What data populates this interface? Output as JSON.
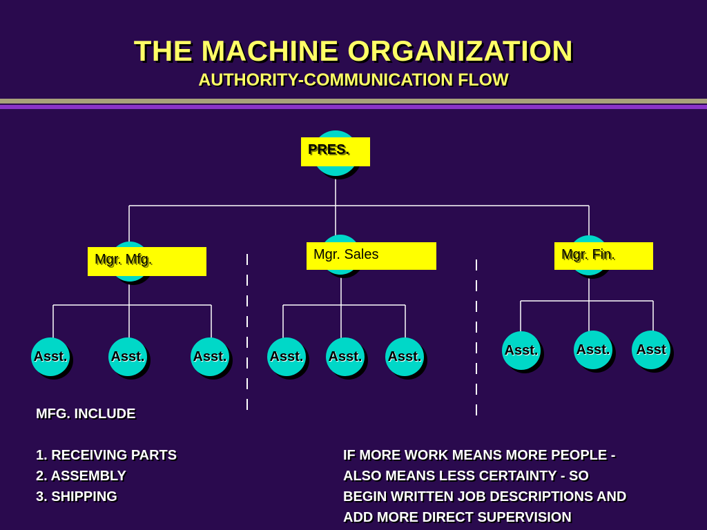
{
  "title": "THE MACHINE ORGANIZATION",
  "subtitle": "AUTHORITY-COMMUNICATION FLOW",
  "nodes": {
    "pres": "PRES.",
    "mgr_mfg": "Mgr. Mfg.",
    "mgr_sales": "Mgr. Sales",
    "mgr_fin": "Mgr. Fin."
  },
  "assistants": {
    "mfg": [
      "Asst.",
      "Asst.",
      "Asst."
    ],
    "sales": [
      "Asst.",
      "Asst.",
      "Asst."
    ],
    "fin": [
      "Asst.",
      "Asst.",
      "Asst"
    ]
  },
  "mfg_include": {
    "heading": "MFG. INCLUDE",
    "items": [
      "1. RECEIVING PARTS",
      "2. ASSEMBLY",
      "3. SHIPPING"
    ]
  },
  "note_lines": [
    "IF MORE WORK MEANS MORE PEOPLE -",
    "ALSO MEANS LESS CERTAINTY - SO",
    "BEGIN WRITTEN JOB DESCRIPTIONS AND",
    "ADD  MORE DIRECT SUPERVISION"
  ],
  "colors": {
    "background": "#2a0a4e",
    "title": "#ffff66",
    "box": "#ffff00",
    "circle": "#00d8c8"
  }
}
